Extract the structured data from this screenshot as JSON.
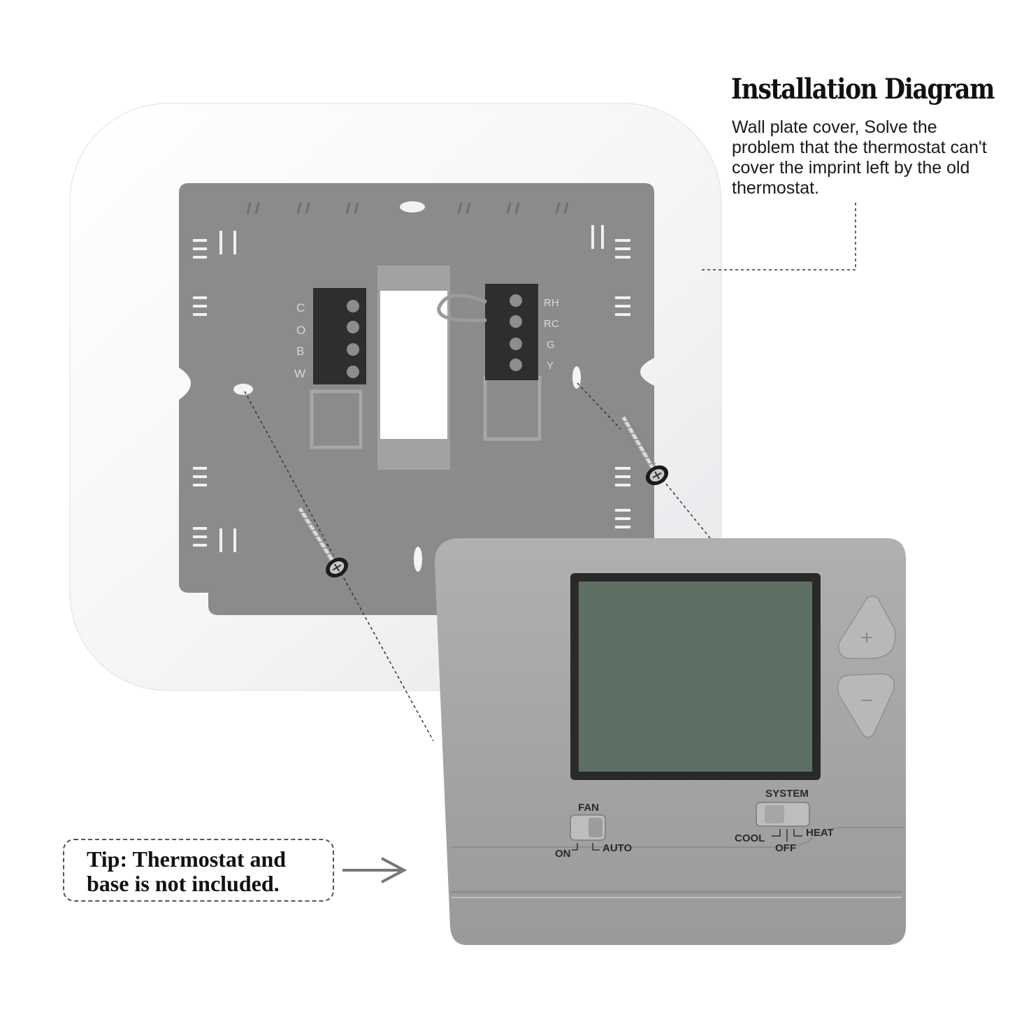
{
  "header": {
    "title": "Installation Diagram",
    "description": "Wall plate cover, Solve the problem that the thermostat can't cover the imprint left by the old thermostat."
  },
  "tip": {
    "text": "Tip: Thermostat and base is not included."
  },
  "base_plate": {
    "left_terminals": [
      "C",
      "O",
      "B",
      "W"
    ],
    "right_terminals": [
      "RH",
      "RC",
      "G",
      "Y"
    ]
  },
  "thermostat": {
    "fan_label": "FAN",
    "fan_on": "ON",
    "fan_auto": "AUTO",
    "system_label": "SYSTEM",
    "system_cool": "COOL",
    "system_off": "OFF",
    "system_heat": "HEAT",
    "up_button_symbol": "+",
    "down_button_symbol": "−"
  },
  "colors": {
    "wall_plate": "#f6f6f8",
    "base": "#8b8b8b",
    "thermostat_body": "#a3a3a3",
    "lcd": "#5e6f64",
    "lcd_bezel": "#2a2a2a"
  }
}
